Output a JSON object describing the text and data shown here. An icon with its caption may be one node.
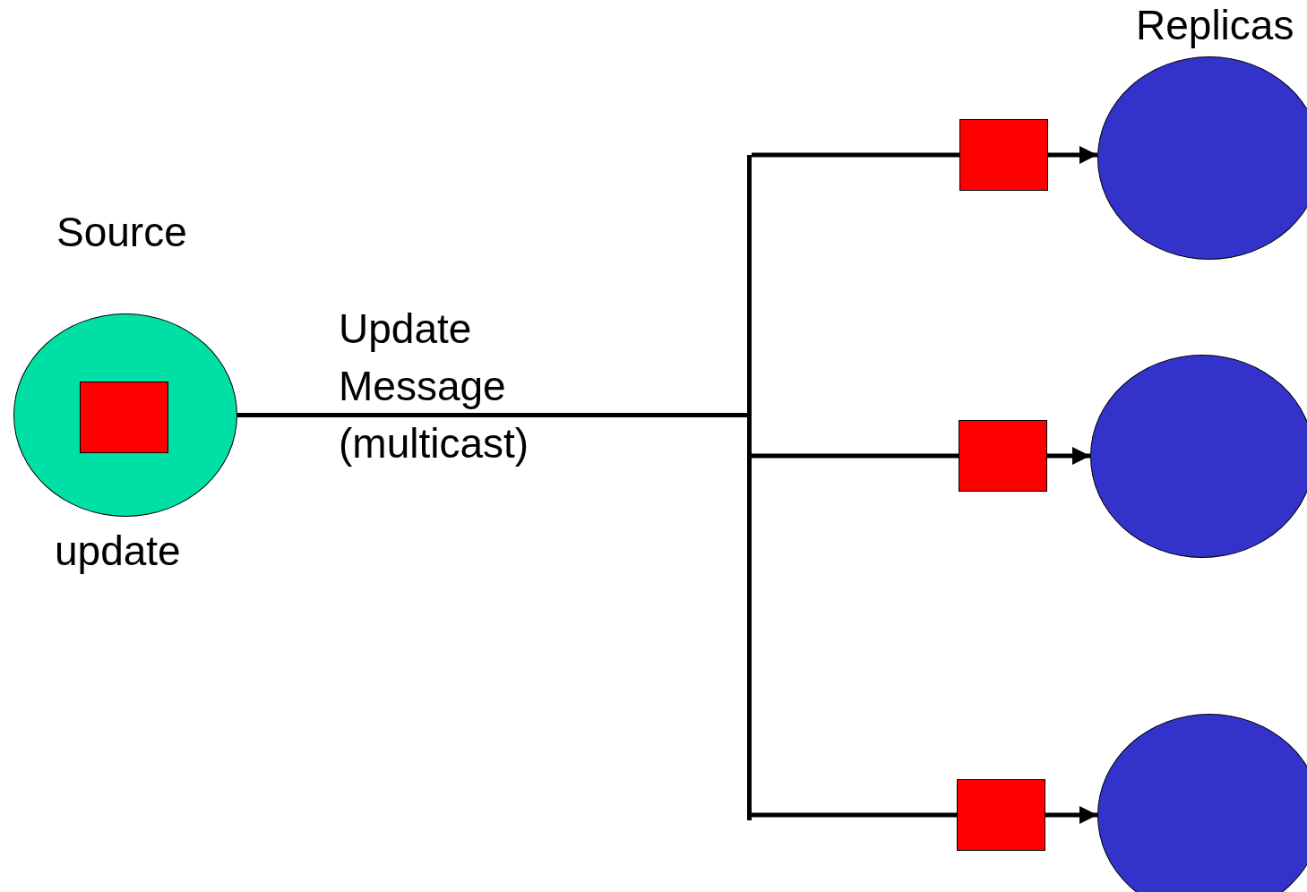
{
  "diagram": {
    "nodes": [
      {
        "text": [
          "Source"
        ],
        "beside": [
          "update"
        ]
      },
      {
        "text": [],
        "shape": "box",
        "in": 0
      },
      {
        "text": [],
        "shape": "bar"
      },
      {
        "text": [],
        "shape": "box"
      },
      {
        "text": [],
        "shape": "box"
      },
      {
        "text": [],
        "shape": "box"
      },
      {
        "text": [],
        "shape": "circle"
      },
      {
        "text": [],
        "shape": "circle"
      },
      {
        "text": [],
        "shape": "circle"
      }
    ],
    "edges": [
      {
        "from": 0,
        "to": 2,
        "arrow": "none",
        "label": "Update Message (multicast)"
      },
      {
        "from": 2,
        "to": 3,
        "arrow": "none"
      },
      {
        "from": 3,
        "to": 6,
        "arrow": "to"
      },
      {
        "from": 2,
        "to": 4,
        "arrow": "none"
      },
      {
        "from": 4,
        "to": 7,
        "arrow": "to"
      },
      {
        "from": 2,
        "to": 5,
        "arrow": "none"
      },
      {
        "from": 5,
        "to": 8,
        "arrow": "to"
      }
    ],
    "labels": [
      "Replicas"
    ]
  }
}
